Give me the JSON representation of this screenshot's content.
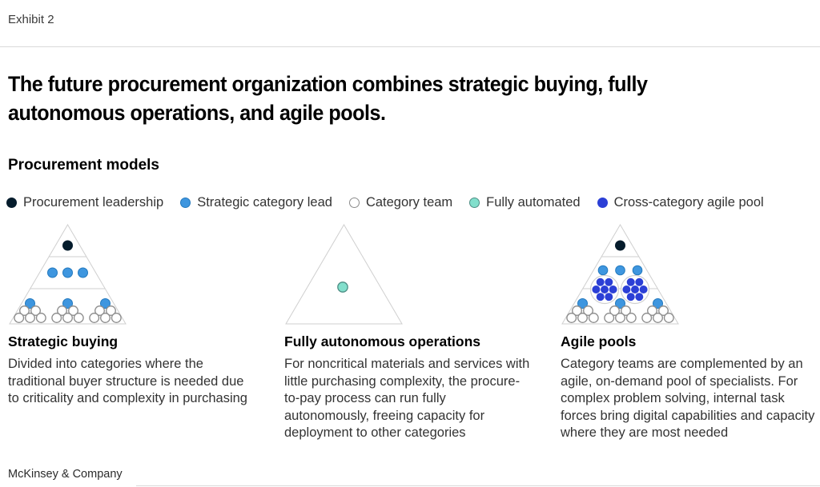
{
  "exhibit_label": "Exhibit 2",
  "title": "The future procurement organization combines strategic buying, fully autonomous operations, and agile pools.",
  "title_lines": [
    "The future procurement organization combines strategic buying, fully",
    "autonomous operations, and agile pools."
  ],
  "section_heading": "Procurement models",
  "legend": {
    "items": [
      {
        "label": "Procurement leadership",
        "color": "#051C2C"
      },
      {
        "label": "Strategic category lead",
        "color": "#3E96DF"
      },
      {
        "label": "Category team",
        "color": "#FFFFFF"
      },
      {
        "label": "Fully automated",
        "color": "#82DFCC"
      },
      {
        "label": "Cross-category agile pool",
        "color": "#2B3FD6"
      }
    ]
  },
  "models": [
    {
      "name": "Strategic buying",
      "description": "Divided into categories where the traditional buyer structure is needed due to criticality and complexity in purchasing",
      "diagram": "tiered pyramid: 1 procurement leadership dot, 3 strategic category leads, 3 category team clusters of 1 lead + 5 members"
    },
    {
      "name": "Fully autonomous operations",
      "description": "For noncritical materials and services with little purchasing complexity, the procure-to-pay process can run fully autonomously, freeing capacity for deployment to other categories",
      "diagram": "empty triangle with single fully automated dot"
    },
    {
      "name": "Agile pools",
      "description": "Category teams are complemented by an agile, on-demand pool of specialists. For complex problem solving, internal task forces bring digital capabilities and capacity where they are most needed",
      "diagram": "tiered pyramid with 2 cross-category agile pools of 7 specialists each plus category team clusters"
    }
  ],
  "footer": "McKinsey & Company",
  "colors": {
    "navy": "#051C2C",
    "blue": "#3E96DF",
    "blue_border": "#2379BE",
    "white_dot_border": "#8C8C8C",
    "teal": "#82DFCC",
    "teal_border": "#4D8D84",
    "royal": "#2B3FD6",
    "line": "#CFCFCF",
    "rule": "#D9D9D9",
    "text": "#333333"
  }
}
